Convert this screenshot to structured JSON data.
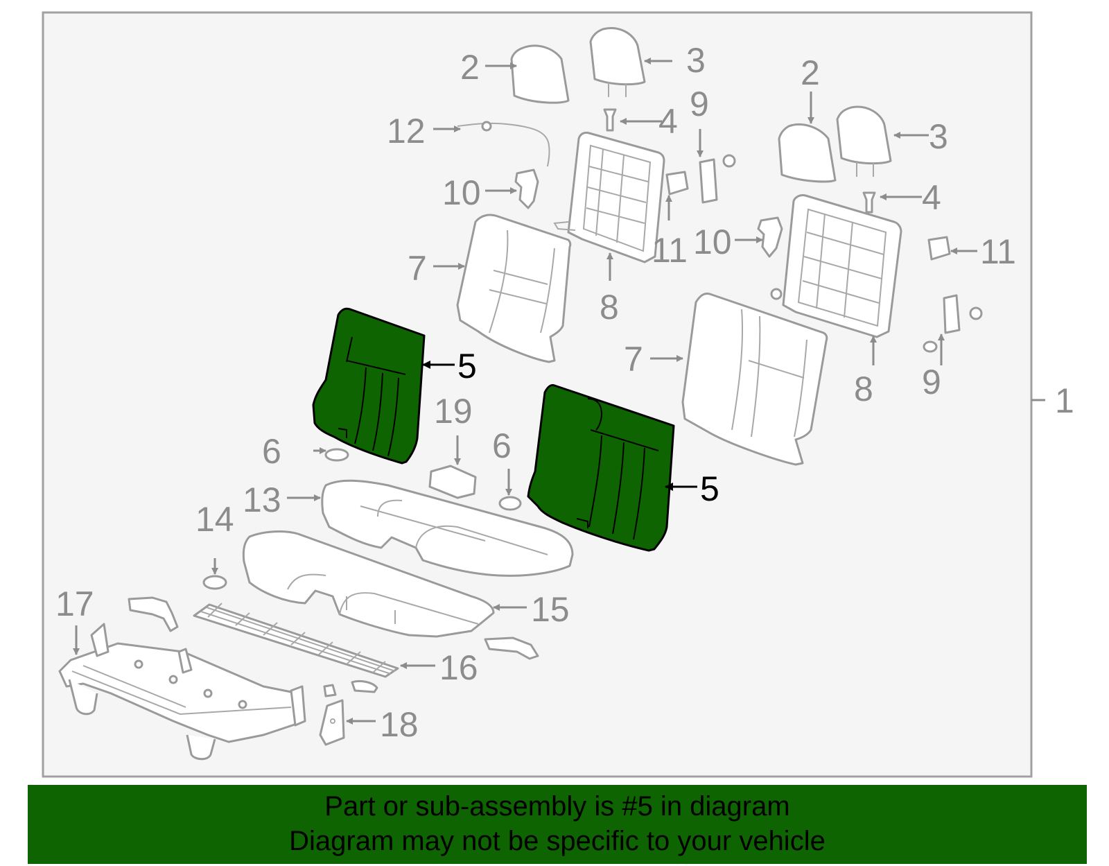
{
  "callouts": {
    "c1": "1",
    "c2a": "2",
    "c2b": "2",
    "c3a": "3",
    "c3b": "3",
    "c4a": "4",
    "c4b": "4",
    "c5a": "5",
    "c5b": "5",
    "c6a": "6",
    "c6b": "6",
    "c7a": "7",
    "c7b": "7",
    "c8a": "8",
    "c8b": "8",
    "c9a": "9",
    "c9b": "9",
    "c10a": "10",
    "c10b": "10",
    "c11a": "11",
    "c11b": "11",
    "c12": "12",
    "c13": "13",
    "c14": "14",
    "c15": "15",
    "c16": "16",
    "c17": "17",
    "c18": "18",
    "c19": "19"
  },
  "banner": {
    "line1": "Part or sub-assembly is #5 in diagram",
    "line2": "Diagram may not be specific to your vehicle"
  },
  "colors": {
    "highlight": "#0d6400",
    "line": "#8c8c8c",
    "frame": "#a0a0a0",
    "panel": "#f5f5f5"
  }
}
